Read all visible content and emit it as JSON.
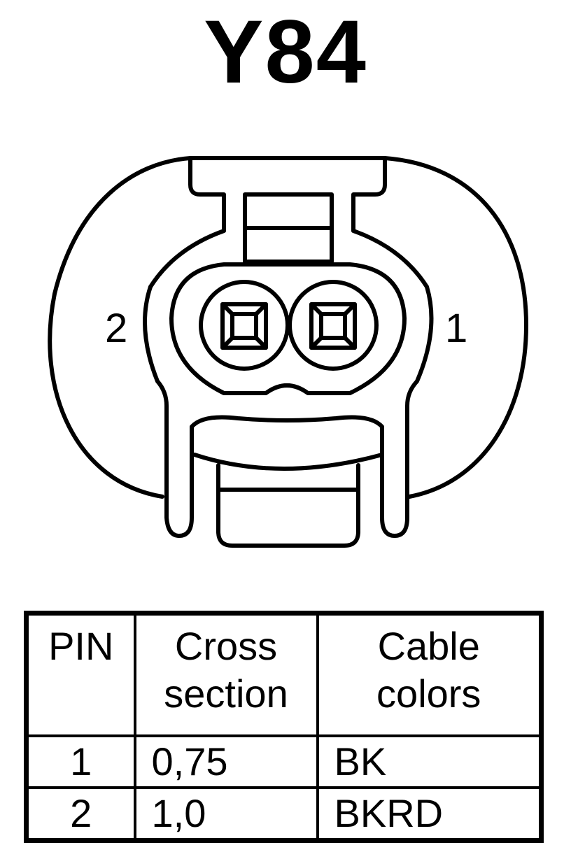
{
  "title": "Y84",
  "pin_labels": {
    "left": "2",
    "right": "1"
  },
  "table": {
    "headers": {
      "pin": "PIN",
      "cross_line1": "Cross",
      "cross_line2": "section",
      "color_line1": "Cable",
      "color_line2": "colors"
    },
    "rows": [
      {
        "pin": "1",
        "cross": "0,75",
        "color": "BK"
      },
      {
        "pin": "2",
        "cross": "1,0",
        "color": "BKRD"
      }
    ]
  }
}
